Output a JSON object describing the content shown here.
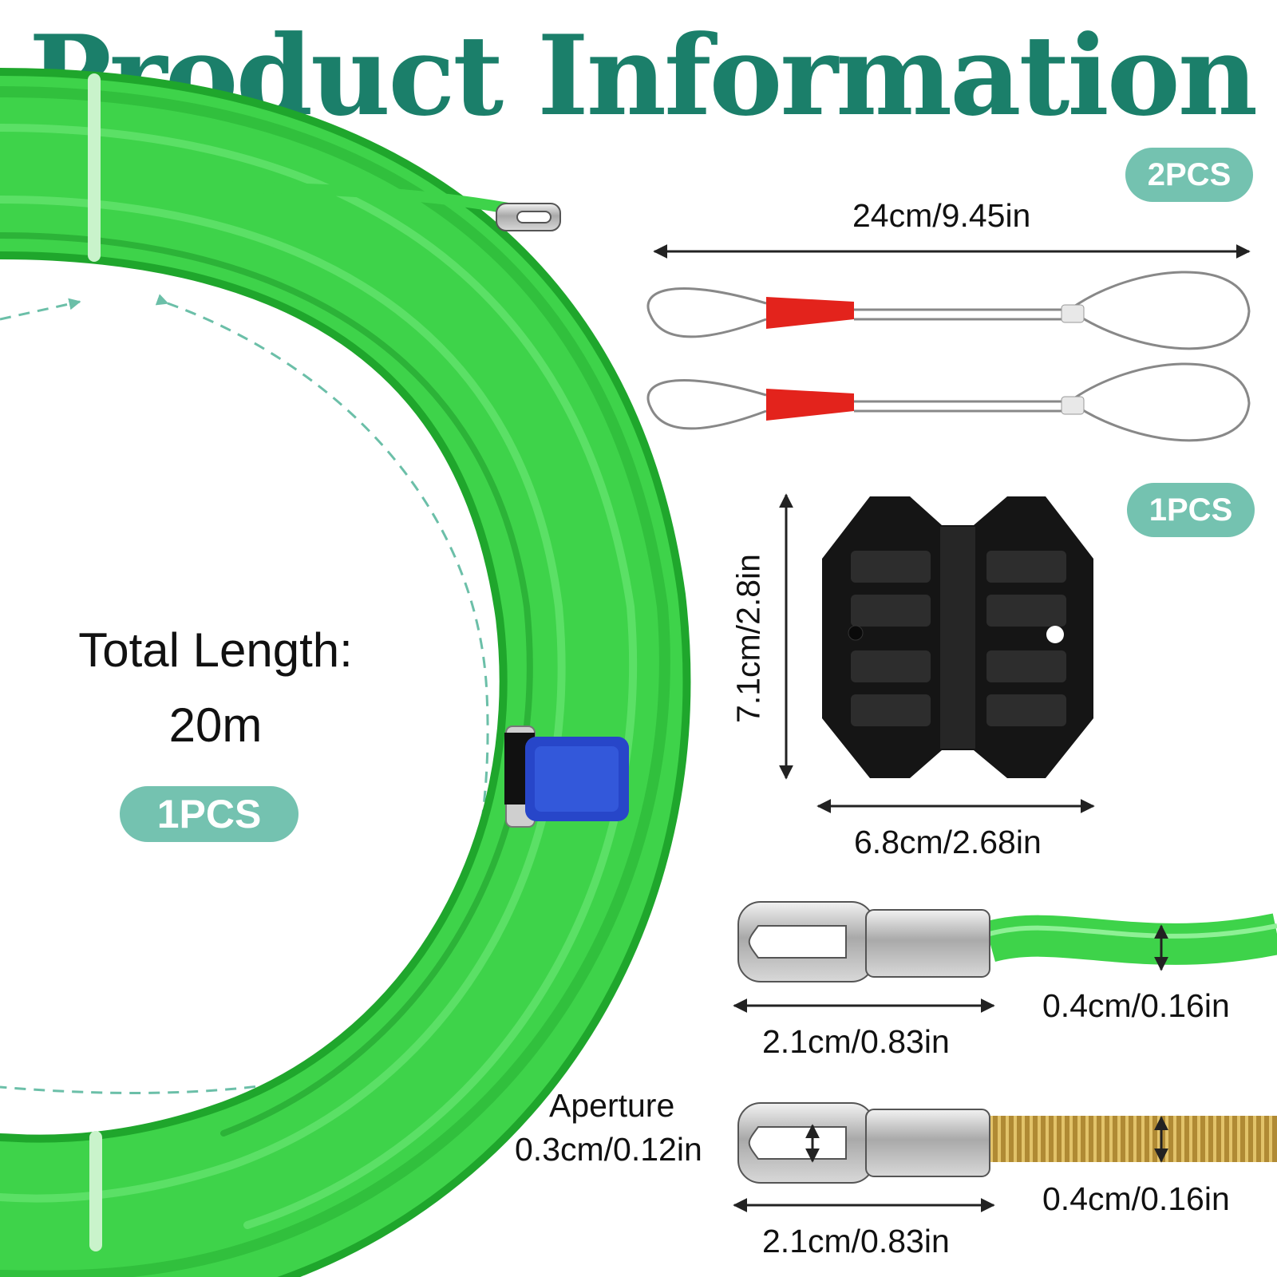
{
  "colors": {
    "title": "#1b7f6a",
    "pill": "#74c2b0",
    "rod": "#3ed34a",
    "tape": "#2746c9",
    "cap": "#e3231c"
  },
  "header": {
    "title": "Product Information"
  },
  "fish_tape": {
    "label_line1": "Total Length:",
    "label_line2": "20m",
    "qty": "1PCS"
  },
  "pulling_grip": {
    "qty": "2PCS",
    "length": "24cm/9.45in"
  },
  "holder": {
    "qty": "1PCS",
    "height": "7.1cm/2.8in",
    "width": "6.8cm/2.68in"
  },
  "tips": [
    {
      "tip_length": "2.1cm/0.83in",
      "rod_diameter": "0.4cm/0.16in"
    },
    {
      "aperture_label": "Aperture",
      "aperture_value": "0.3cm/0.12in",
      "tip_length": "2.1cm/0.83in",
      "rod_diameter": "0.4cm/0.16in"
    }
  ],
  "icons": [
    "dashed-arrow-icon",
    "dimension-arrow-icon"
  ]
}
